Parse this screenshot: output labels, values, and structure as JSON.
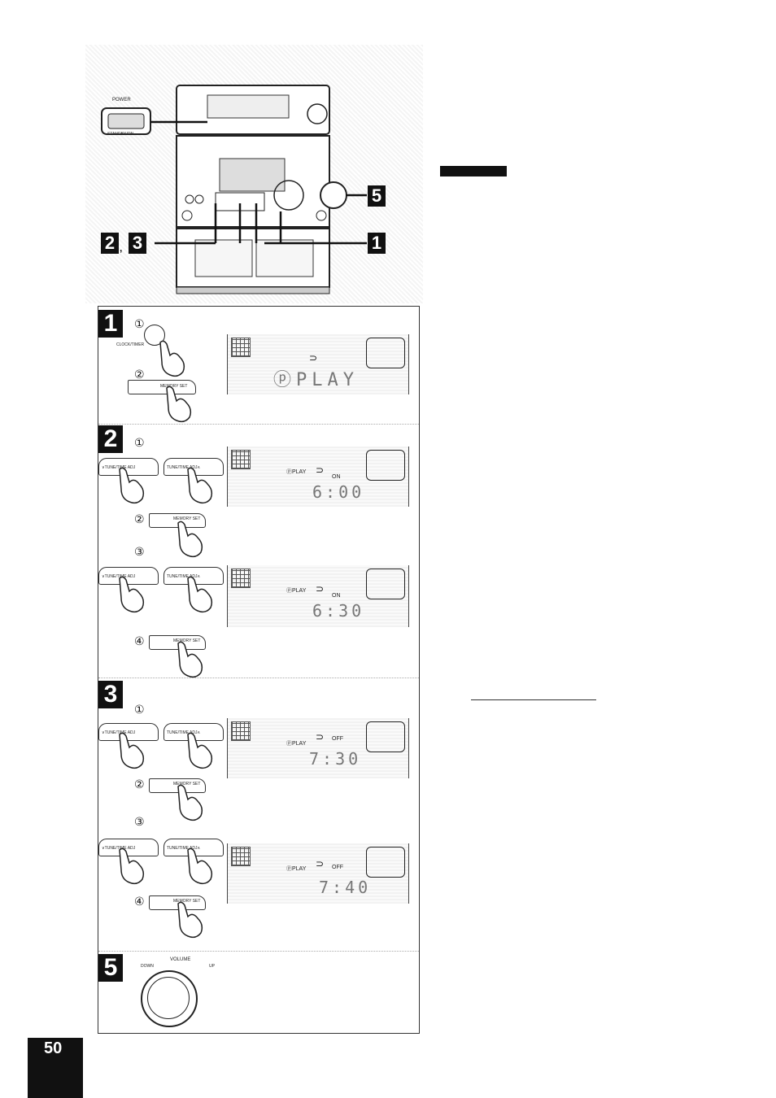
{
  "stereo": {
    "power_label": "POWER",
    "standby_label": "STANDBY/ON",
    "callouts": [
      "2",
      "3",
      "1",
      "5"
    ],
    "callout_sep": ","
  },
  "header_bar_color": "#111111",
  "steps": [
    {
      "number": "1",
      "substeps": [
        "①",
        "②"
      ],
      "button_labels": [
        "CLOCK/TIMER",
        "MEMORY SET"
      ],
      "display": {
        "symbol": "⊃",
        "text": "ⓟPLAY"
      }
    },
    {
      "number": "2",
      "substeps": [
        "①",
        "②",
        "③",
        "④"
      ],
      "button_labels": [
        "∨TUNE/TIME ADJ",
        "TUNE/TIME ADJ∧",
        "MEMORY SET"
      ],
      "displays": [
        {
          "mode": "ⓟPLAY",
          "symbol": "⊃",
          "status": "ON",
          "time": "6:00"
        },
        {
          "mode": "ⓟPLAY",
          "symbol": "⊃",
          "status": "ON",
          "time": "6:30"
        }
      ]
    },
    {
      "number": "3",
      "substeps": [
        "①",
        "②",
        "③",
        "④"
      ],
      "button_labels": [
        "∨TUNE/TIME ADJ",
        "TUNE/TIME ADJ∧",
        "MEMORY SET"
      ],
      "displays": [
        {
          "mode": "ⓟPLAY",
          "symbol": "⊃",
          "status": "OFF",
          "time": "7:30"
        },
        {
          "mode": "ⓟPLAY",
          "symbol": "⊃",
          "status": "OFF",
          "time": "7:40"
        }
      ]
    },
    {
      "number": "5",
      "knob_label": "VOLUME",
      "down_label": "DOWN",
      "up_label": "UP"
    }
  ],
  "page_number": "50"
}
